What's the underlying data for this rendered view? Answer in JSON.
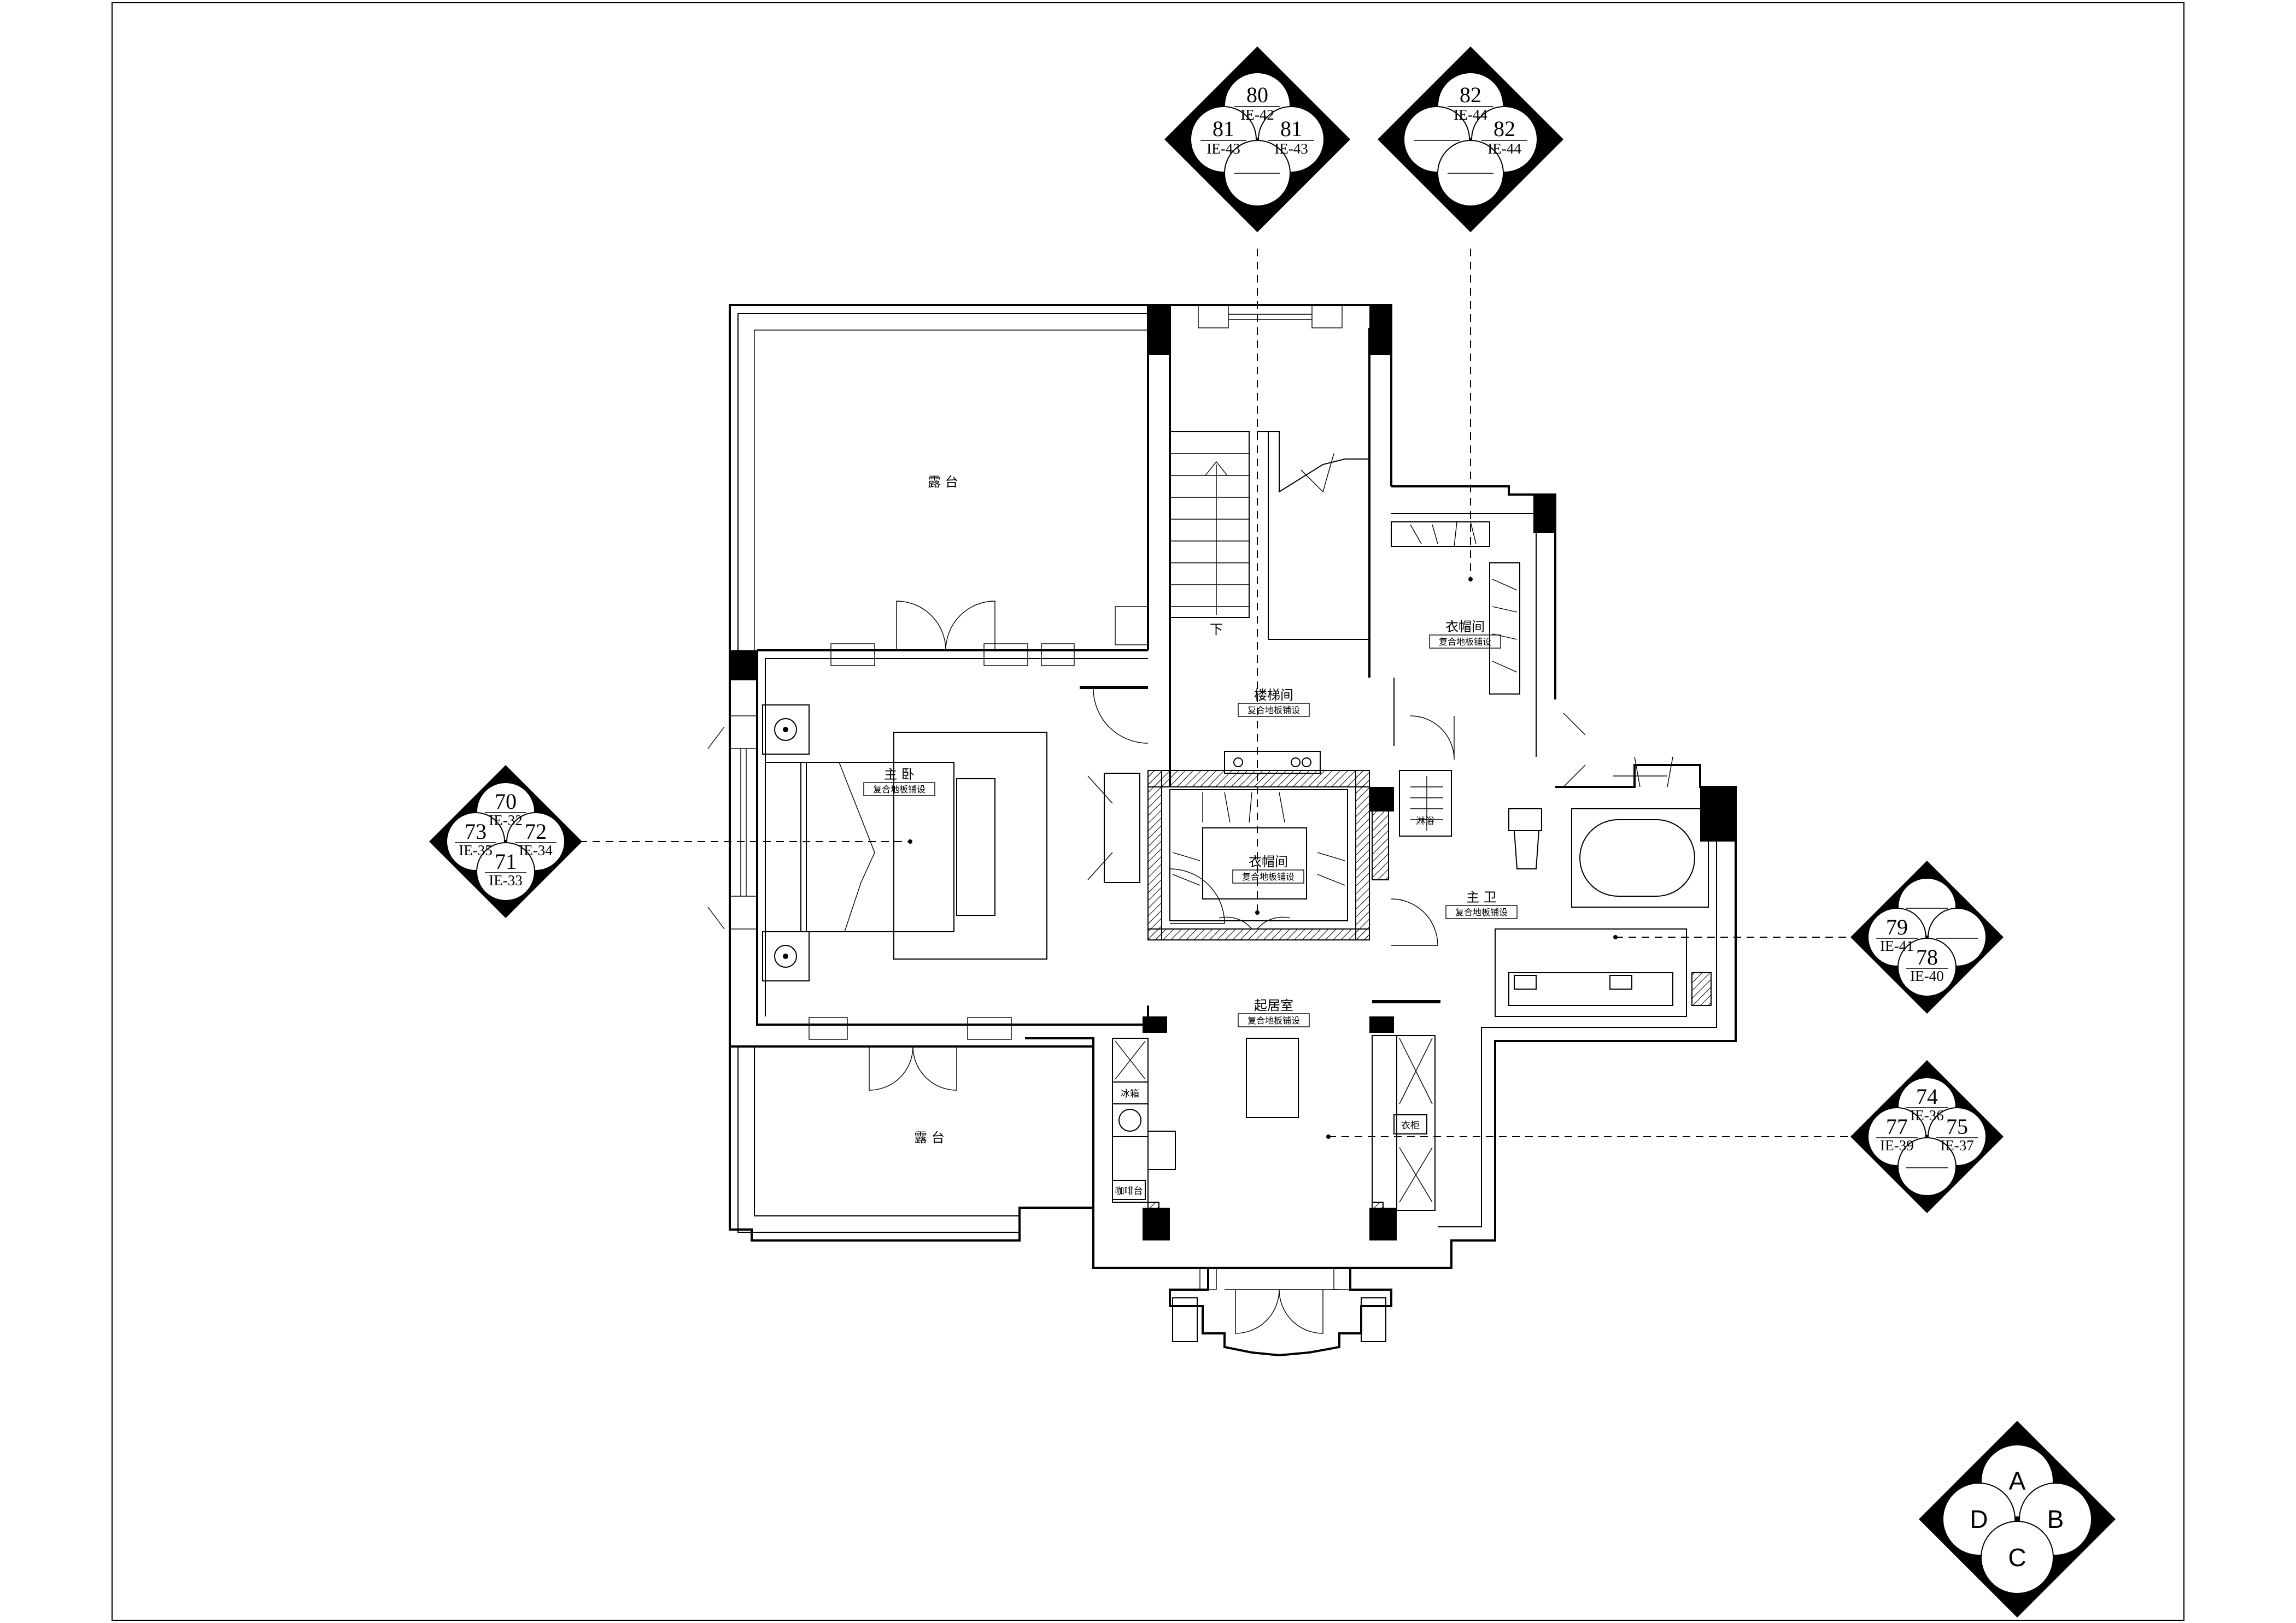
{
  "rooms": {
    "terrace_top": "露 台",
    "master_bedroom": "主 卧",
    "master_bedroom_sub": "复合地板铺设",
    "stairwell": "楼梯间",
    "stairwell_sub": "复合地板铺设",
    "stair_down": "下",
    "closet_right": "衣帽间",
    "closet_right_sub": "复合地板铺设",
    "closet_center": "衣帽间",
    "closet_center_sub": "复合地板铺设",
    "master_bath": "主 卫",
    "master_bath_sub": "复合地板铺设",
    "shower": "淋浴",
    "living": "起居室",
    "living_sub": "复合地板铺设",
    "terrace_bottom": "露 台",
    "fixture_left_1": "冰箱",
    "fixture_left_2": "咖啡台",
    "fixture_right_1": "衣柜"
  },
  "elevation_symbols": {
    "sym1": {
      "top_num": "80",
      "top_ie": "IE-42",
      "left_num": "81",
      "left_ie": "IE-43",
      "right_num": "81",
      "right_ie": "IE-43"
    },
    "sym2": {
      "top_num": "82",
      "top_ie": "IE-44",
      "right_num": "82",
      "right_ie": "IE-44"
    },
    "sym3": {
      "top_num": "70",
      "top_ie": "IE-32",
      "left_num": "73",
      "left_ie": "IE-35",
      "right_num": "72",
      "right_ie": "IE-34",
      "bottom_num": "71",
      "bottom_ie": "IE-33"
    },
    "sym4": {
      "left_num": "79",
      "left_ie": "IE-41",
      "bottom_num": "78",
      "bottom_ie": "IE-40"
    },
    "sym5": {
      "top_num": "74",
      "top_ie": "IE-36",
      "left_num": "77",
      "left_ie": "IE-39",
      "right_num": "75",
      "right_ie": "IE-37"
    }
  },
  "key": {
    "a": "A",
    "b": "B",
    "c": "C",
    "d": "D"
  }
}
